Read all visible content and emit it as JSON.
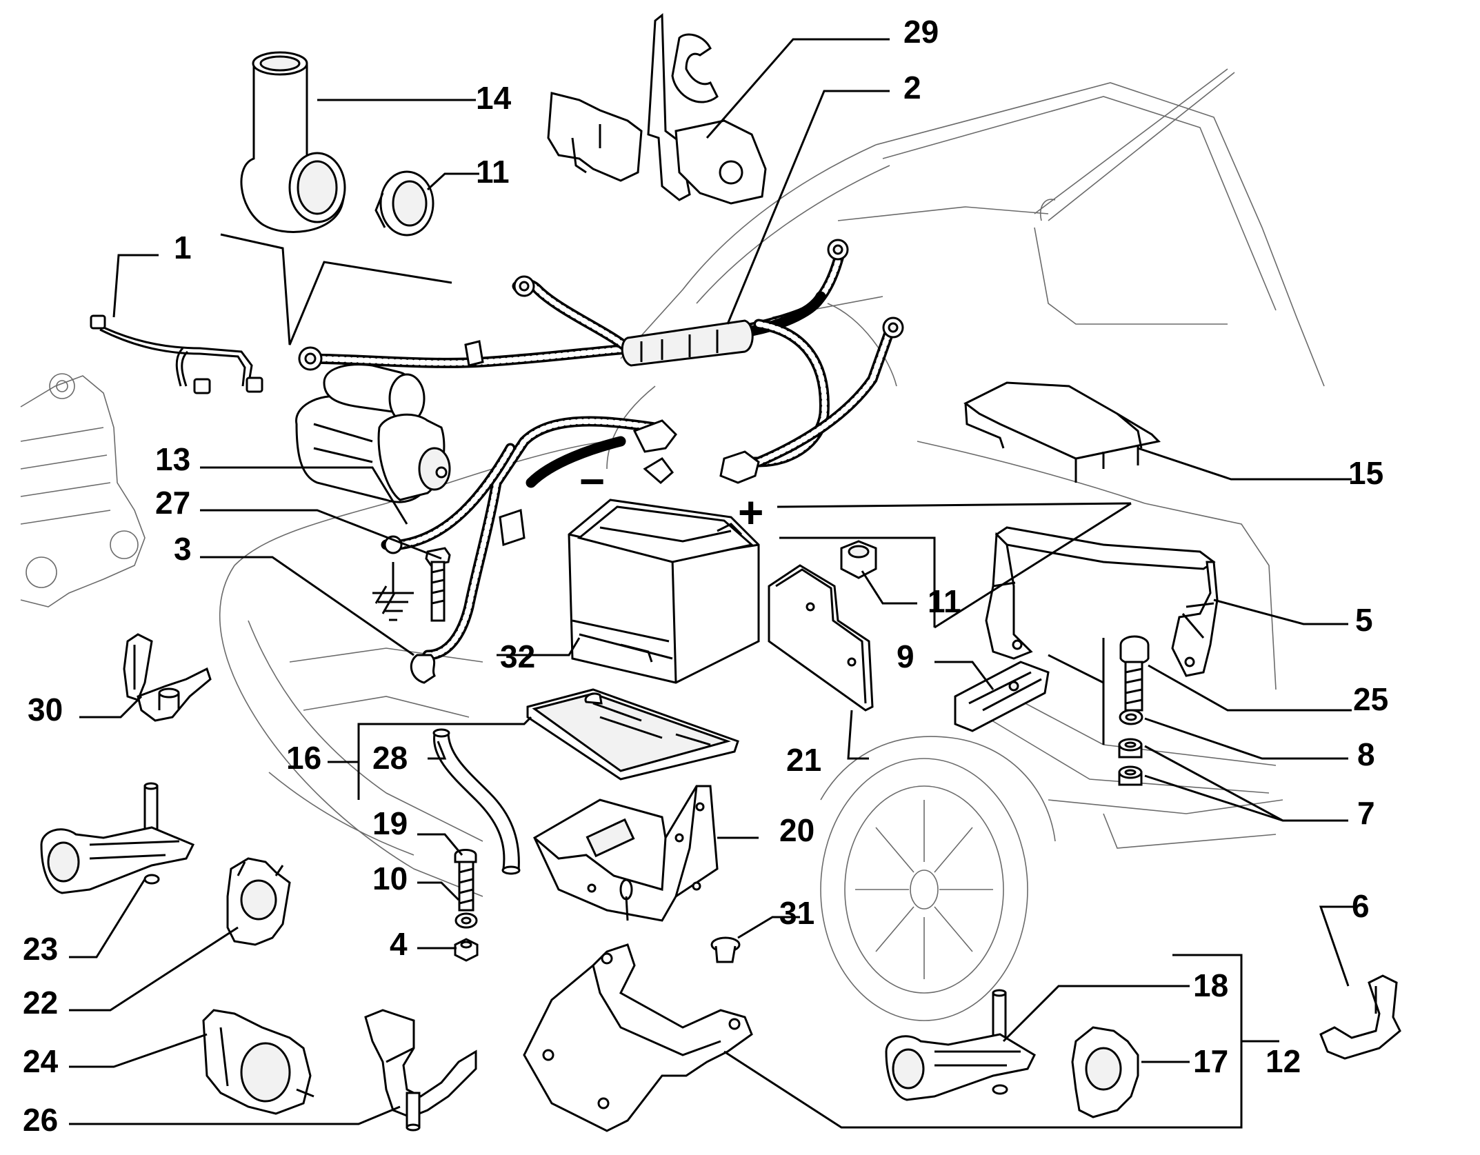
{
  "diagram": {
    "callouts": [
      "1",
      "2",
      "3",
      "4",
      "5",
      "6",
      "7",
      "8",
      "9",
      "10",
      "11",
      "11",
      "12",
      "13",
      "14",
      "15",
      "16",
      "17",
      "18",
      "19",
      "20",
      "21",
      "22",
      "23",
      "24",
      "25",
      "26",
      "27",
      "28",
      "29",
      "30",
      "31",
      "32"
    ],
    "battery_terminals": {
      "negative": "−",
      "positive": "+"
    }
  }
}
